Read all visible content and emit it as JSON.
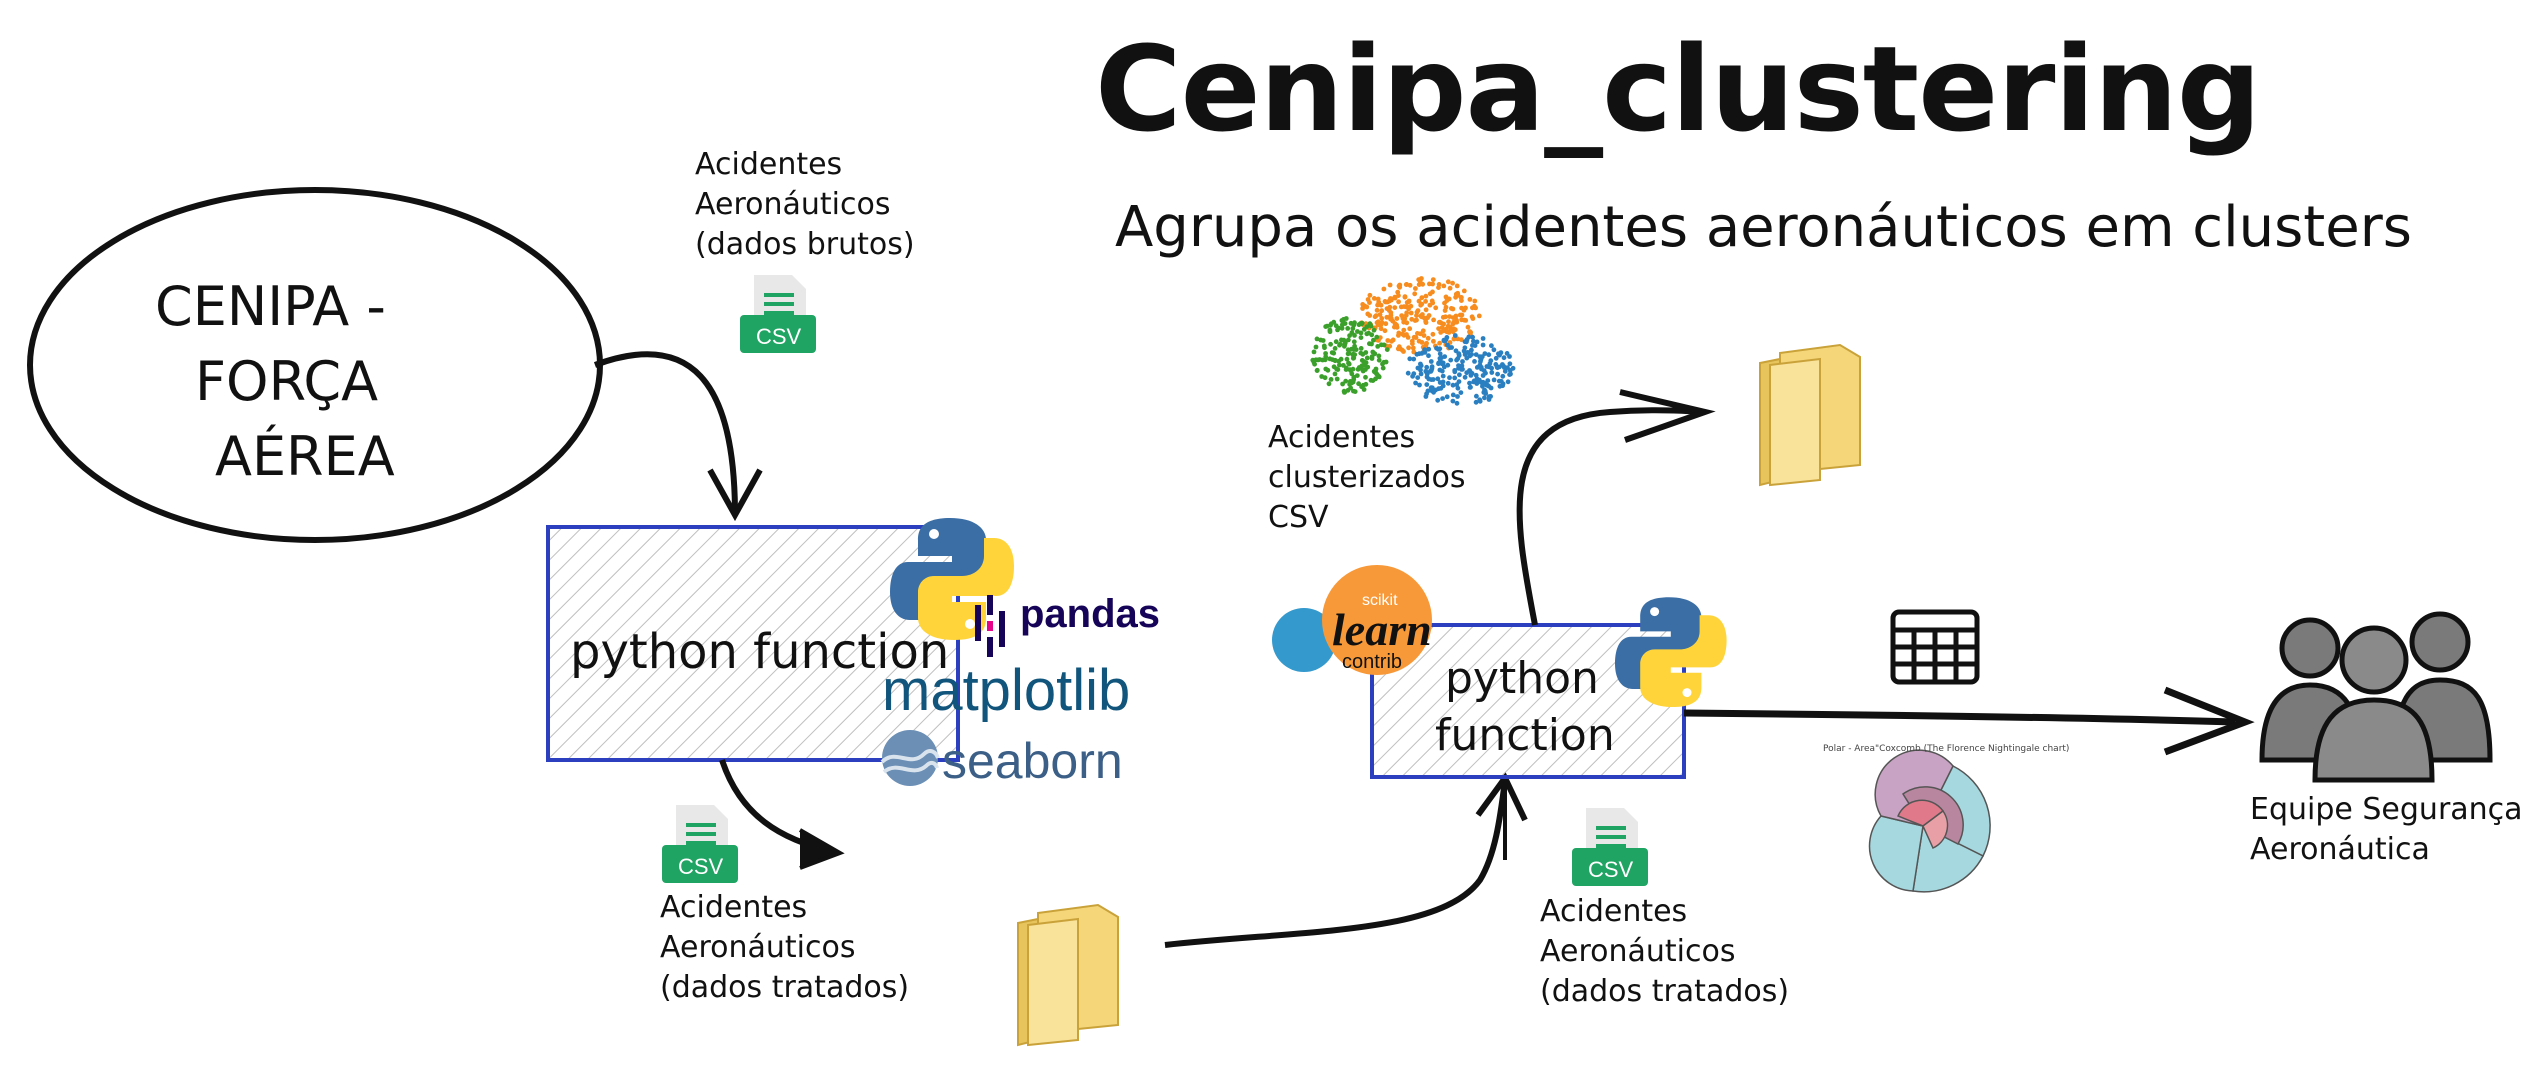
{
  "title": "Cenipa_clustering",
  "subtitle": "Agrupa os acidentes aeronáuticos em clusters",
  "source_node": {
    "lines": [
      "CENIPA -",
      "FORÇA",
      "AÉREA"
    ]
  },
  "raw_data_label": {
    "lines": [
      "Acidentes",
      "Aeronáuticos",
      "(dados brutos)"
    ]
  },
  "python_box_1": {
    "label": "python function"
  },
  "libraries": {
    "pandas": "pandas",
    "matplotlib": "matplotlib",
    "seaborn": "seaborn"
  },
  "treated_label_1": {
    "lines": [
      "Acidentes",
      "Aeronáuticos",
      "(dados tratados)"
    ]
  },
  "python_box_2": {
    "lines": [
      "python",
      "function"
    ]
  },
  "sklearn_logo": {
    "top": "scikit",
    "main": "learn",
    "bottom": "contrib"
  },
  "clustered_label": {
    "lines": [
      "Acidentes",
      "clusterizados",
      "CSV"
    ]
  },
  "treated_label_2": {
    "lines": [
      "Acidentes",
      "Aeronáuticos",
      "(dados tratados)"
    ]
  },
  "polar_chart": {
    "caption": "Polar - Area\"Coxcomb (The Florence Nightingale chart)"
  },
  "team_label": {
    "lines": [
      "Equipe Segurança",
      "Aeronáutica"
    ]
  },
  "csv_icon_text": "CSV",
  "colors": {
    "box_border": "#2b3fbf",
    "csv_green": "#1fa463",
    "folder_yellow": "#f5d77a",
    "python_blue": "#3b6ea5",
    "python_yellow": "#ffd43b",
    "cluster_orange": "#f78c1f",
    "cluster_green": "#3aa02b",
    "cluster_blue": "#2a7fc1",
    "people_gray": "#7a7a7a"
  }
}
